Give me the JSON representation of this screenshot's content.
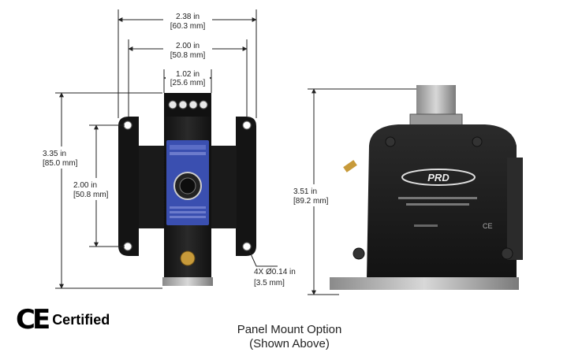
{
  "dimensions": {
    "overall_width": {
      "in": "2.38 in",
      "mm": "[60.3 mm]"
    },
    "hole_spacing": {
      "in": "2.00 in",
      "mm": "[50.8 mm]"
    },
    "body_width": {
      "in": "1.02 in",
      "mm": "[25.6 mm]"
    },
    "overall_height": {
      "in": "3.35 in",
      "mm": "[85.0 mm]"
    },
    "hole_vertical": {
      "in": "2.00 in",
      "mm": "[50.8 mm]"
    },
    "holes": {
      "in": "4X Ø0.14 in",
      "mm": "[3.5 mm]"
    },
    "side_height": {
      "in": "3.51 in",
      "mm": "[89.2 mm]"
    }
  },
  "device_logo": "PRD",
  "ce_mark": "CE",
  "certified_label": "Certified",
  "caption": {
    "line1": "Panel Mount Option",
    "line2": "(Shown Above)"
  },
  "colors": {
    "front_panel": "#3a4fb0",
    "housing": "#1c1c1c",
    "bracket": "#151515",
    "connector": "#c79a3a"
  }
}
